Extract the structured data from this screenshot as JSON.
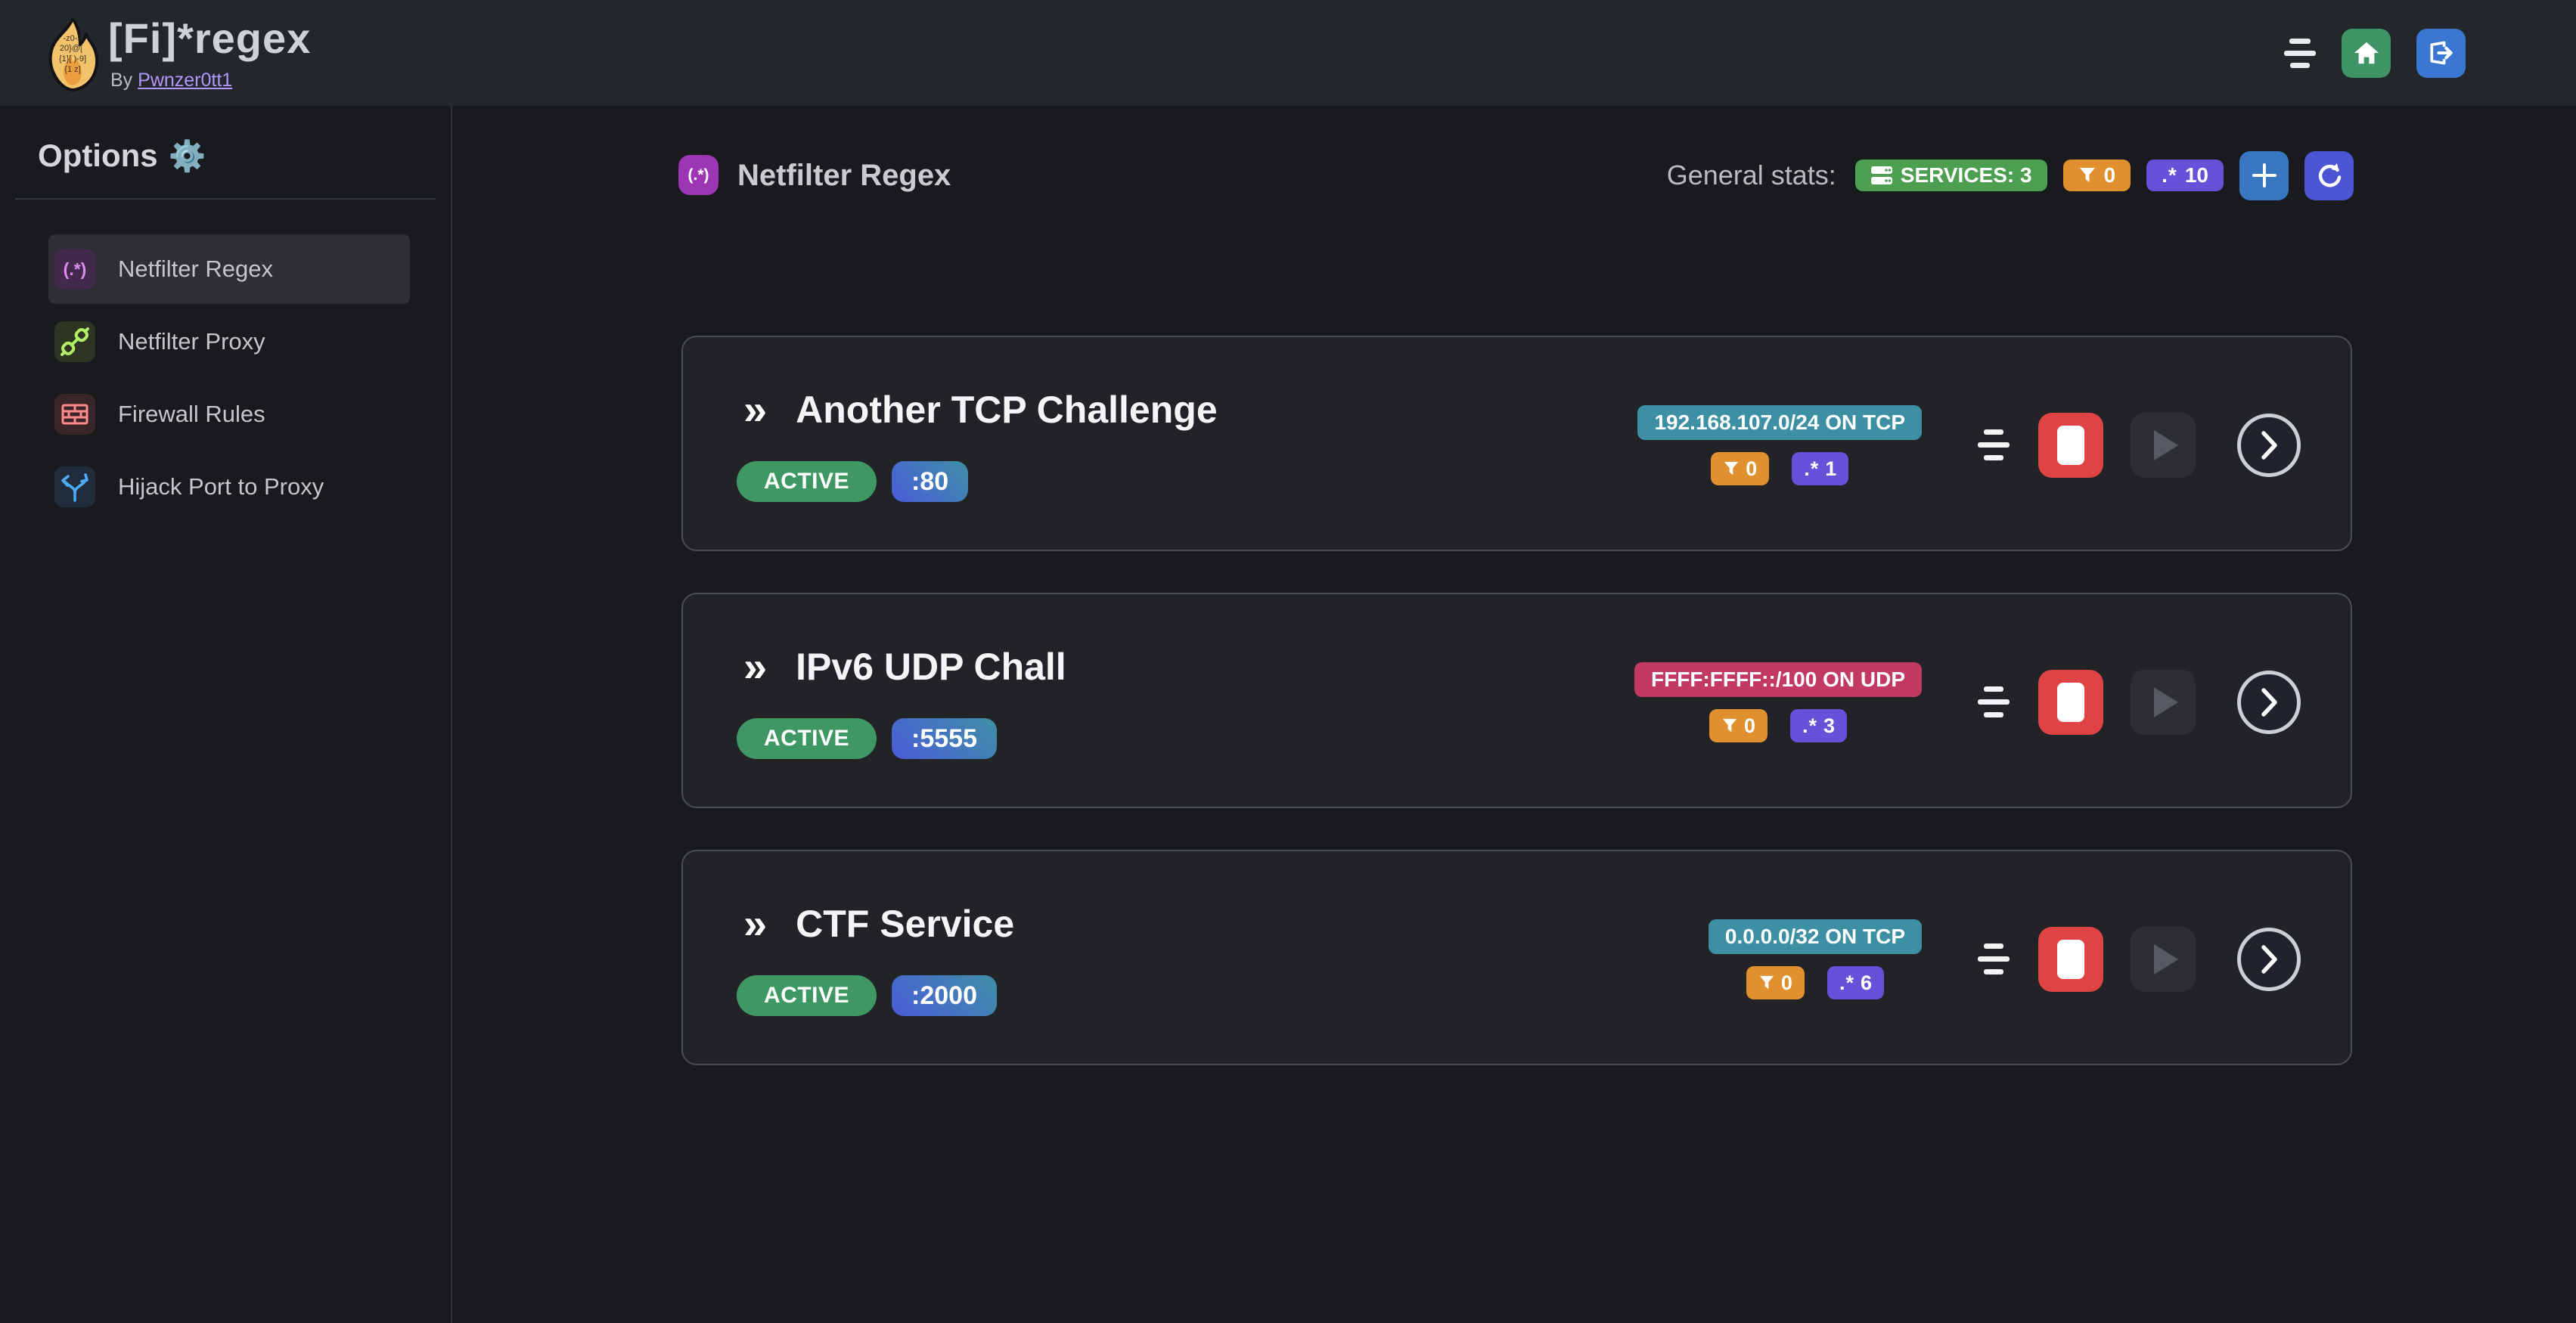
{
  "header": {
    "title": "[Fi]*regex",
    "byline_prefix": "By",
    "byline_link": "Pwnzer0tt1"
  },
  "sidebar": {
    "heading": "Options",
    "gear": "⚙️",
    "items": [
      {
        "label": "Netfilter Regex",
        "icon": "regex",
        "icon_text": "(.*)",
        "active": true
      },
      {
        "label": "Netfilter Proxy",
        "icon": "plug-connected",
        "active": false
      },
      {
        "label": "Firewall Rules",
        "icon": "brick-wall",
        "active": false
      },
      {
        "label": "Hijack Port to Proxy",
        "icon": "arrows-split",
        "active": false
      }
    ]
  },
  "main": {
    "section": {
      "icon_text": "(.*)",
      "title": "Netfilter Regex"
    },
    "stats": {
      "label": "General stats:",
      "services_badge": "SERVICES: 3",
      "filter_count": "0",
      "regex_count": "10"
    },
    "services": [
      {
        "chevrons": "»",
        "name": "Another TCP Challenge",
        "status": "ACTIVE",
        "port": ":80",
        "cidr": "192.168.107.0/24 ON TCP",
        "cidr_color": "teal",
        "filter_count": "0",
        "regex_icon": ".*",
        "regex_count": "1"
      },
      {
        "chevrons": "»",
        "name": "IPv6 UDP Chall",
        "status": "ACTIVE",
        "port": ":5555",
        "cidr": "FFFF:FFFF::/100 ON UDP",
        "cidr_color": "pink",
        "filter_count": "0",
        "regex_icon": ".*",
        "regex_count": "3"
      },
      {
        "chevrons": "»",
        "name": "CTF Service",
        "status": "ACTIVE",
        "port": ":2000",
        "cidr": "0.0.0.0/32 ON TCP",
        "cidr_color": "teal",
        "filter_count": "0",
        "regex_icon": ".*",
        "regex_count": "6"
      }
    ]
  },
  "colors": {
    "header_bg": "#23262b",
    "page_bg": "#191a1e",
    "card_bg": "#212327",
    "card_border": "#4a4d52",
    "active_green": "#3f9863",
    "services_green": "#4c9e50",
    "filter_orange": "#e0902e",
    "regex_violet": "#6950d8",
    "cidr_teal": "#3d8fa3",
    "cidr_pink": "#c23a64",
    "stop_red": "#df4343",
    "home_green": "#3e9464",
    "logout_blue": "#3b76d2",
    "plus_blue": "#3878c2",
    "refresh_indigo": "#4c55d4",
    "section_purple": "#9c36b5",
    "link_violet": "#b197fc",
    "port_gradient_from": "#4a5cd8",
    "port_gradient_to": "#3f8fa6"
  }
}
